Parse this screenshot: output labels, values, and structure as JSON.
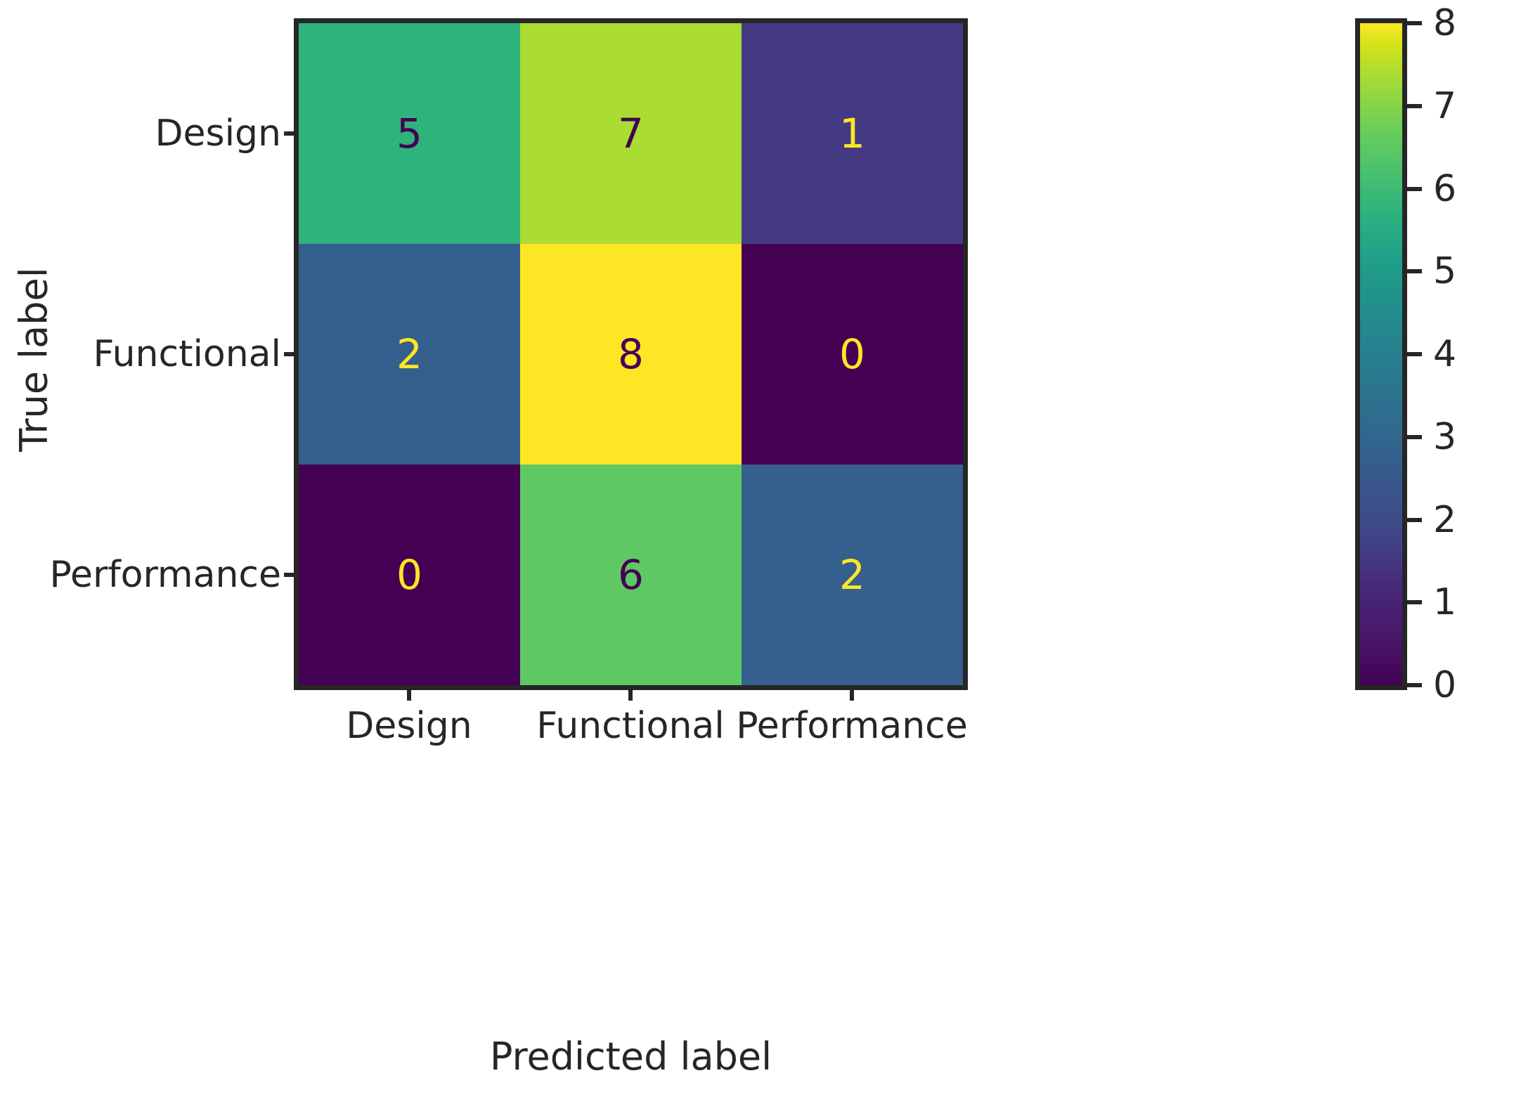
{
  "chart_data": {
    "type": "heatmap",
    "title": "",
    "xlabel": "Predicted label",
    "ylabel": "True label",
    "categories": [
      "Design",
      "Functional",
      "Performance"
    ],
    "x_tick_labels": [
      "Design",
      "Functional",
      "Performance"
    ],
    "y_tick_labels": [
      "Design",
      "Functional",
      "Performance"
    ],
    "matrix": [
      [
        5,
        7,
        1
      ],
      [
        2,
        8,
        0
      ],
      [
        0,
        6,
        2
      ]
    ],
    "cells": [
      {
        "row": 0,
        "col": 0,
        "value": "5",
        "fill": "#2eb37c",
        "text_color": "#440154"
      },
      {
        "row": 0,
        "col": 1,
        "value": "7",
        "fill": "#aadc32",
        "text_color": "#440154"
      },
      {
        "row": 0,
        "col": 2,
        "value": "1",
        "fill": "#443983",
        "text_color": "#fde725"
      },
      {
        "row": 1,
        "col": 0,
        "value": "2",
        "fill": "#355f8d",
        "text_color": "#fde725"
      },
      {
        "row": 1,
        "col": 1,
        "value": "8",
        "fill": "#fde725",
        "text_color": "#440154"
      },
      {
        "row": 1,
        "col": 2,
        "value": "0",
        "fill": "#440154",
        "text_color": "#fde725"
      },
      {
        "row": 2,
        "col": 0,
        "value": "0",
        "fill": "#440154",
        "text_color": "#fde725"
      },
      {
        "row": 2,
        "col": 1,
        "value": "6",
        "fill": "#5ec962",
        "text_color": "#440154"
      },
      {
        "row": 2,
        "col": 2,
        "value": "2",
        "fill": "#355f8d",
        "text_color": "#fde725"
      }
    ],
    "colormap": "viridis",
    "colorbar": {
      "min": 0,
      "max": 8,
      "ticks": [
        "8",
        "7",
        "6",
        "5",
        "4",
        "3",
        "2",
        "1",
        "0"
      ],
      "tick_values": [
        8,
        7,
        6,
        5,
        4,
        3,
        2,
        1,
        0
      ],
      "position": "right"
    },
    "grid": false,
    "legend": "none",
    "axis_color": "#262626",
    "background": "#ffffff"
  }
}
